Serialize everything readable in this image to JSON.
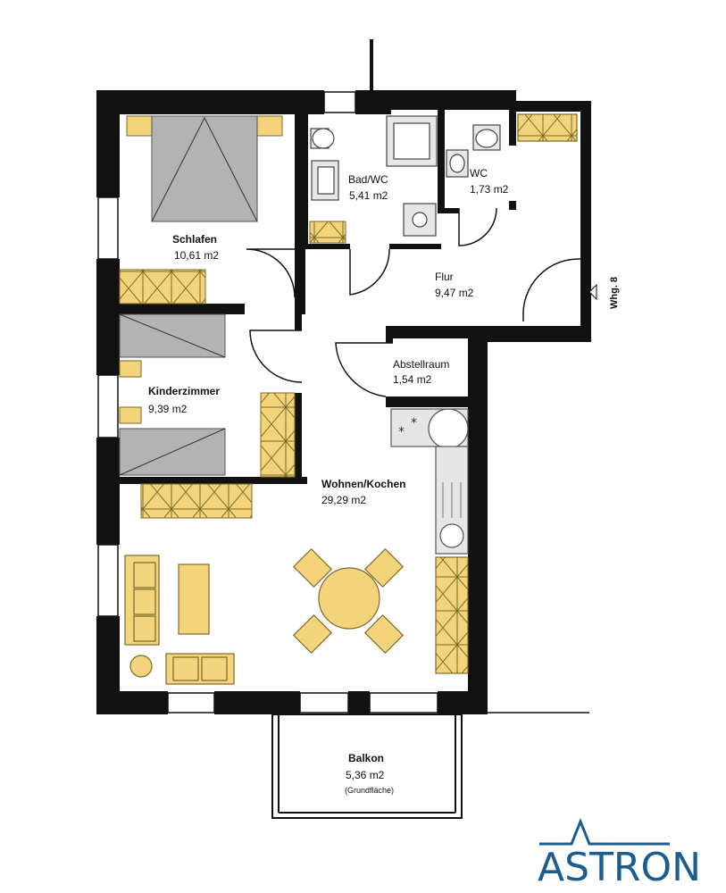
{
  "rooms": {
    "schlafen": {
      "name": "Schlafen",
      "area": "10,61 m2"
    },
    "bad": {
      "name": "Bad/WC",
      "area": "5,41 m2"
    },
    "wc": {
      "name": "WC",
      "area": "1,73 m2"
    },
    "flur": {
      "name": "Flur",
      "area": "9,47 m2"
    },
    "kinder": {
      "name": "Kinderzimmer",
      "area": "9,39 m2"
    },
    "abstell": {
      "name": "Abstellraum",
      "area": "1,54 m2"
    },
    "wohnen": {
      "name": "Wohnen/Kochen",
      "area": "29,29 m2"
    },
    "balkon": {
      "name": "Balkon",
      "area": "5,36 m2",
      "note": "(Grundfläche)"
    }
  },
  "unit_label": "Whg. 8",
  "logo": {
    "text": "ASTRON"
  },
  "colors": {
    "wall": "#111111",
    "furniture": "#f4d47a",
    "bed": "#b3b3b3",
    "fixture": "#e6e6e6",
    "logo": "#1d5c8e"
  }
}
